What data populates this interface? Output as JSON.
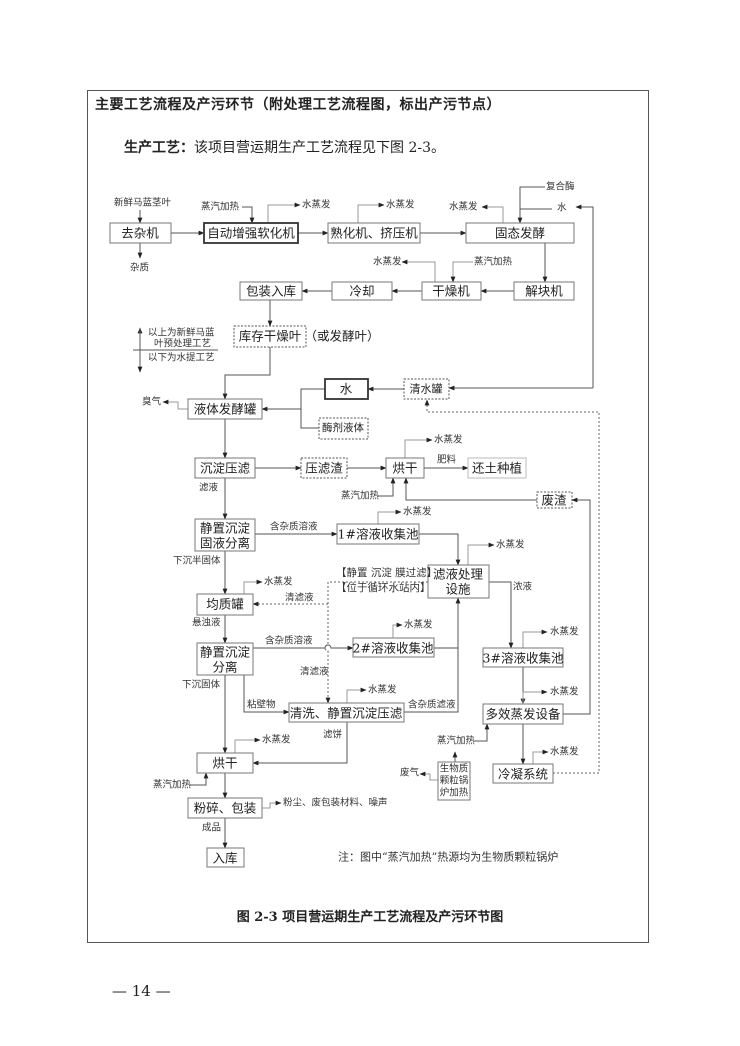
{
  "header": "主要工艺流程及产污环节（附处理工艺流程图，标出产污节点）",
  "intro": {
    "label": "生产工艺：",
    "text": "该项目营运期生产工艺流程见下图 2-3。"
  },
  "nodes": {
    "quzaji": "去杂机",
    "ruanhua": "自动增强软化机",
    "shuhua": "熟化机、挤压机",
    "gutai": "固态发酵",
    "jiekuai": "解块机",
    "ganzao": "干燥机",
    "lengque": "冷却",
    "baozhuang": "包装入库",
    "kucun": "库存干燥叶",
    "shui": "水",
    "qingshuiguan": "清水罐",
    "yeti": "液体发酵罐",
    "meiji": "酶剂液体",
    "chendian": "沉淀压滤",
    "yalvzha": "压滤渣",
    "honggan1": "烘干",
    "huantu": "还土种植",
    "feizha": "废渣",
    "jingzhi1": [
      "静置沉淀",
      "固液分离"
    ],
    "pool1": "1#溶液收集池",
    "lvye": [
      "滤液处理",
      "设施"
    ],
    "junzhi": "均质罐",
    "jingzhi2": [
      "静置沉淀",
      "分离"
    ],
    "pool2": "2#溶液收集池",
    "pool3": "3#溶液收集池",
    "qingxi": "清洗、静置沉淀压滤",
    "duoxiao": "多效蒸发设备",
    "lengning": "冷凝系统",
    "honggan2": "烘干",
    "boiler": [
      "生物质",
      "颗粒锅",
      "炉加热"
    ],
    "fensui": "粉碎、包装",
    "ruku": "入库"
  },
  "labels": {
    "fresh_leaves": "新鲜马蓝茎叶",
    "impurities": "杂质",
    "steam_heat": "蒸汽加热",
    "water_evap": "水蒸发",
    "enzyme": "复合酶",
    "water": "水",
    "or_fermented": "（或发酵叶）",
    "legend_above": [
      "以上为新鲜马蓝",
      "叶预处理工艺"
    ],
    "legend_below": "以下为水提工艺",
    "odor": "臭气",
    "filtrate": "滤液",
    "fertilizer": "肥料",
    "impure_solution": "含杂质溶液",
    "semi_solid": "下沉半固体",
    "membrane": "【静置  沉淀  膜过滤】",
    "in_station": "【位于循环水站内】",
    "concentrate": "浓液",
    "clear_filtrate": "清滤液",
    "suspension": "悬浊液",
    "settled_solid": "下沉固体",
    "wall_matter": "粘壁物",
    "impure_filtrate": "含杂质滤液",
    "filter_cake": "滤饼",
    "exhaust": "废气",
    "dust": "粉尘、废包装材料、噪声",
    "product": "成品",
    "note": "注：图中“蒸汽加热”热源均为生物质颗粒锅炉"
  },
  "caption": "图 2-3   项目营运期生产工艺流程及产污环节图",
  "page_number": "—  14  —"
}
